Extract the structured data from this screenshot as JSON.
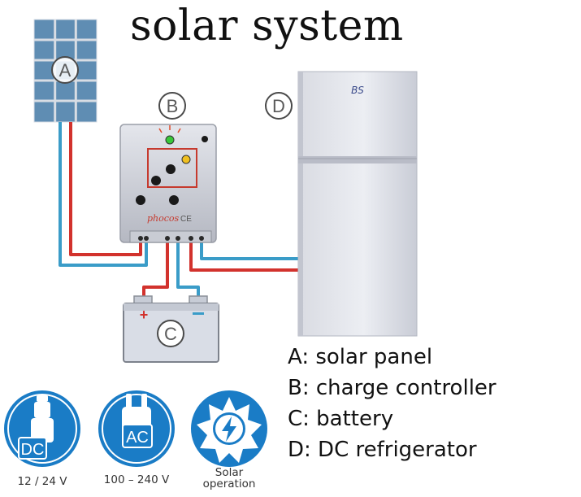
{
  "title": "solar system",
  "labels": {
    "panel": "A",
    "controller": "B",
    "fridge": "D",
    "battery": "C"
  },
  "controller": {
    "brand": "phocos",
    "ce_mark": "CE"
  },
  "fridge": {
    "logo": "BS"
  },
  "legend": [
    "A: solar panel",
    "B: charge controller",
    "C: battery",
    "D: DC refrigerator"
  ],
  "badges": [
    {
      "tag": "DC",
      "caption": "12 / 24 V",
      "icon": "plug-dc-icon"
    },
    {
      "tag": "AC",
      "caption": "100 – 240 V",
      "icon": "plug-ac-icon"
    },
    {
      "tag": "",
      "caption_line1": "Solar",
      "caption_line2": "operation",
      "icon": "sun-bolt-icon"
    }
  ],
  "colors": {
    "wire_red": "#d2322d",
    "wire_blue": "#3a9cc8",
    "badge_blue": "#1a7cc6",
    "panel_blue": "#5f8db3"
  }
}
